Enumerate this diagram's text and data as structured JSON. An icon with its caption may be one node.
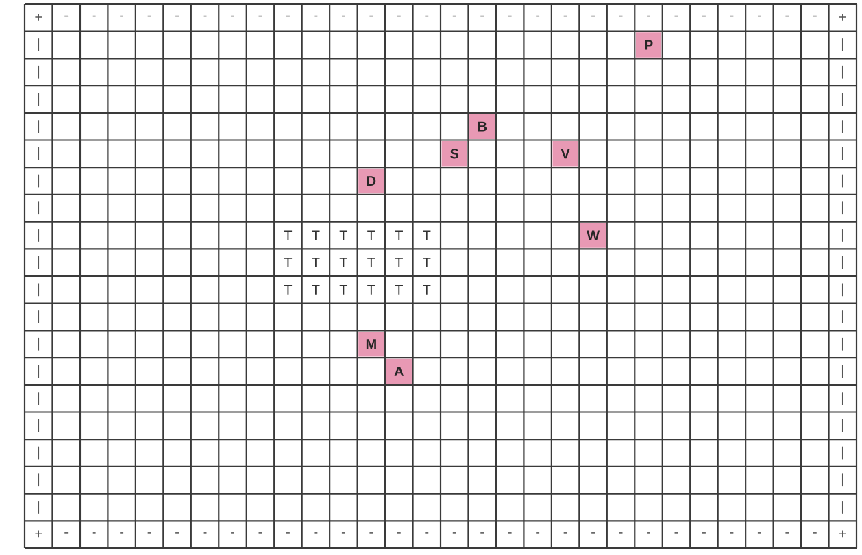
{
  "diagram": {
    "nodes": [
      {
        "text": [
          "P"
        ]
      },
      {
        "text": [
          "B"
        ]
      },
      {
        "text": [
          "S"
        ]
      },
      {
        "text": [
          "V"
        ]
      },
      {
        "text": [
          "D"
        ]
      },
      {
        "text": [
          "W"
        ]
      },
      {
        "text": [
          "M"
        ]
      },
      {
        "text": [
          "A"
        ]
      }
    ],
    "labels": [
      "+",
      "-",
      "-",
      "-",
      "-",
      "-",
      "-",
      "-",
      "-",
      "-",
      "-",
      "-",
      "-",
      "-",
      "-",
      "-",
      "-",
      "-",
      "-",
      "-",
      "-",
      "-",
      "-",
      "-",
      "-",
      "-",
      "-",
      "-",
      "-",
      "+",
      "|",
      "|",
      "|",
      "|",
      "|",
      "|",
      "|",
      "|",
      "|",
      "|",
      "|",
      "|",
      "|",
      "|",
      "|",
      "T",
      "T",
      "T",
      "T",
      "T",
      "T",
      "|",
      "|",
      "T",
      "T",
      "T",
      "T",
      "T",
      "T",
      "|",
      "|",
      "T",
      "T",
      "T",
      "T",
      "T",
      "T",
      "|",
      "|",
      "|",
      "|",
      "|",
      "|",
      "|",
      "|",
      "|",
      "|",
      "|",
      "|",
      "|",
      "|",
      "|",
      "|",
      "|",
      "+",
      "-",
      "-",
      "-",
      "-",
      "-",
      "-",
      "-",
      "-",
      "-",
      "-",
      "-",
      "-",
      "-",
      "-",
      "-",
      "-",
      "-",
      "-",
      "-",
      "-",
      "-",
      "-",
      "-",
      "-",
      "-",
      "-",
      "-",
      "-",
      "+"
    ]
  }
}
